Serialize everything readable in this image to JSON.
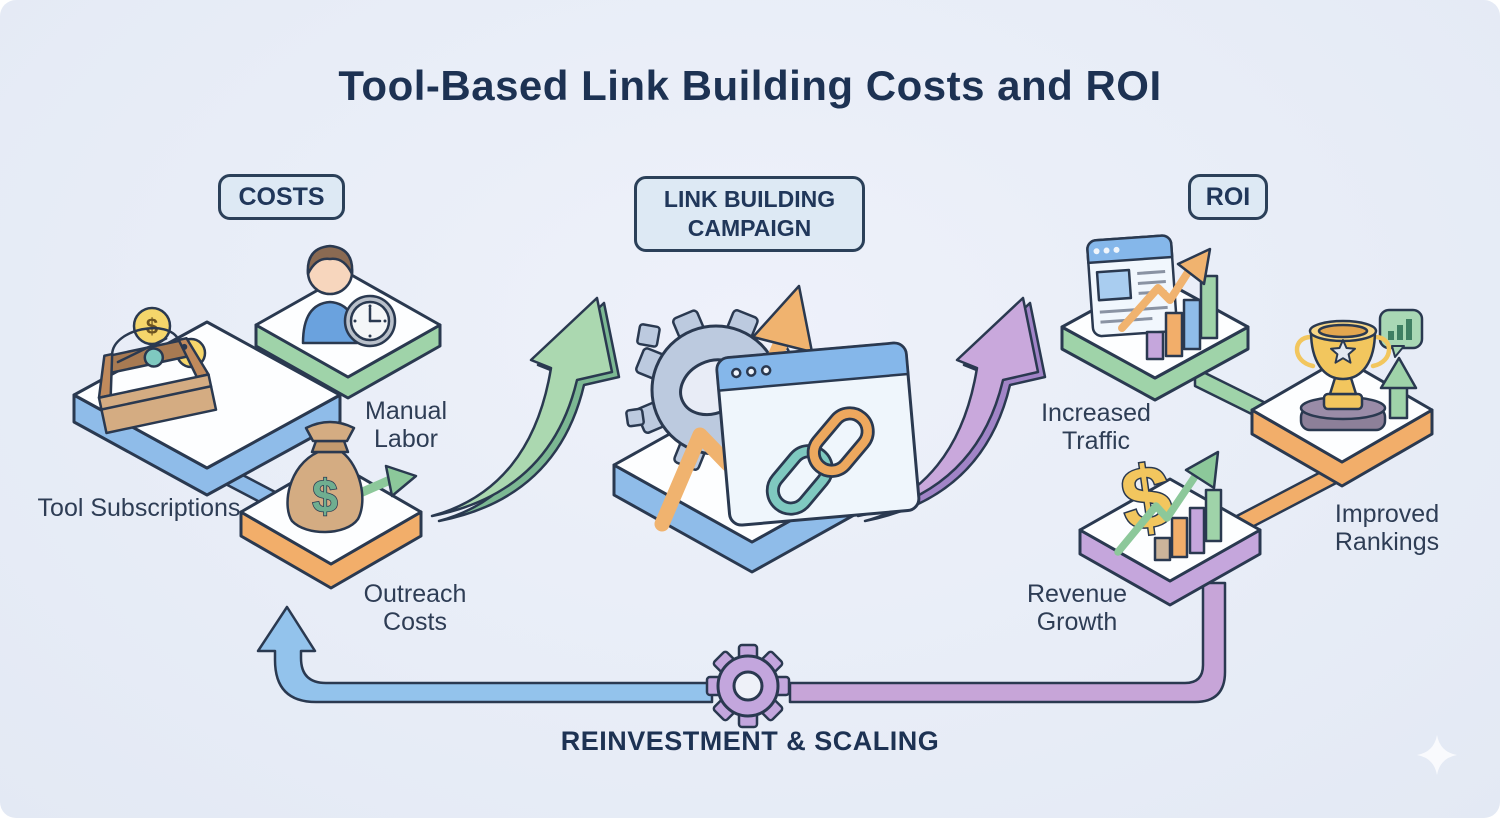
{
  "title": "Tool-Based Link Building Costs and ROI",
  "stage_labels": {
    "costs": "COSTS",
    "campaign": "LINK BUILDING CAMPAIGN",
    "roi": "ROI"
  },
  "cost_nodes": [
    {
      "label": "Tool Subscriptions",
      "icon": "toolbox-with-coins-icon",
      "platform_color_key": "blue"
    },
    {
      "label": "Manual Labor",
      "icon": "worker-with-clock-icon",
      "platform_color_key": "green"
    },
    {
      "label": "Outreach Costs",
      "icon": "money-bag-arrow-icon",
      "platform_color_key": "orange"
    }
  ],
  "campaign_node": {
    "icon": "gear-growth-browser-link-icon",
    "platform_color_key": "blue"
  },
  "roi_nodes": [
    {
      "label": "Increased Traffic",
      "icon": "browser-analytics-icon",
      "platform_color_key": "green"
    },
    {
      "label": "Revenue Growth",
      "icon": "dollar-bars-arrow-icon",
      "platform_color_key": "purple"
    },
    {
      "label": "Improved Rankings",
      "icon": "trophy-up-arrow-icon",
      "platform_color_key": "orange"
    }
  ],
  "footer": {
    "label": "REINVESTMENT & SCALING",
    "icon": "gear-icon"
  },
  "glyphs": {
    "dollar": "$"
  },
  "palette": {
    "background": "#e9edf7",
    "heading_text": "#1d3253",
    "label_text": "#2e3d55",
    "outline": "#2a3950",
    "box_fill": "#dde9f4",
    "box_border": "#2b4059",
    "platform_top": "#fdfeff",
    "blue": "#8fbce9",
    "green": "#9fd3a9",
    "orange": "#f2ae6a",
    "purple": "#c5a6dc",
    "arrow_green": "#abd8b0",
    "arrow_green_edge": "#7cb893",
    "arrow_purple": "#c9a8dc",
    "arrow_purple_edge": "#a184c7",
    "arrow_orange": "#f0b36f",
    "loop_blue": "#93c3ec",
    "loop_purple": "#c7a5d8",
    "gear_blue": "#bccadf",
    "gear_purple": "#c3a6dd",
    "gold": "#f2c65e",
    "coin_gold": "#f5d66b",
    "bag_tan": "#d4ac82",
    "skin": "#f7d6bd",
    "hair_brown": "#8a6a52",
    "shirt_blue": "#6aa2de",
    "browser_header": "#85b7ea",
    "teal": "#7fc9c0",
    "dollar_green": "#6fae90"
  }
}
